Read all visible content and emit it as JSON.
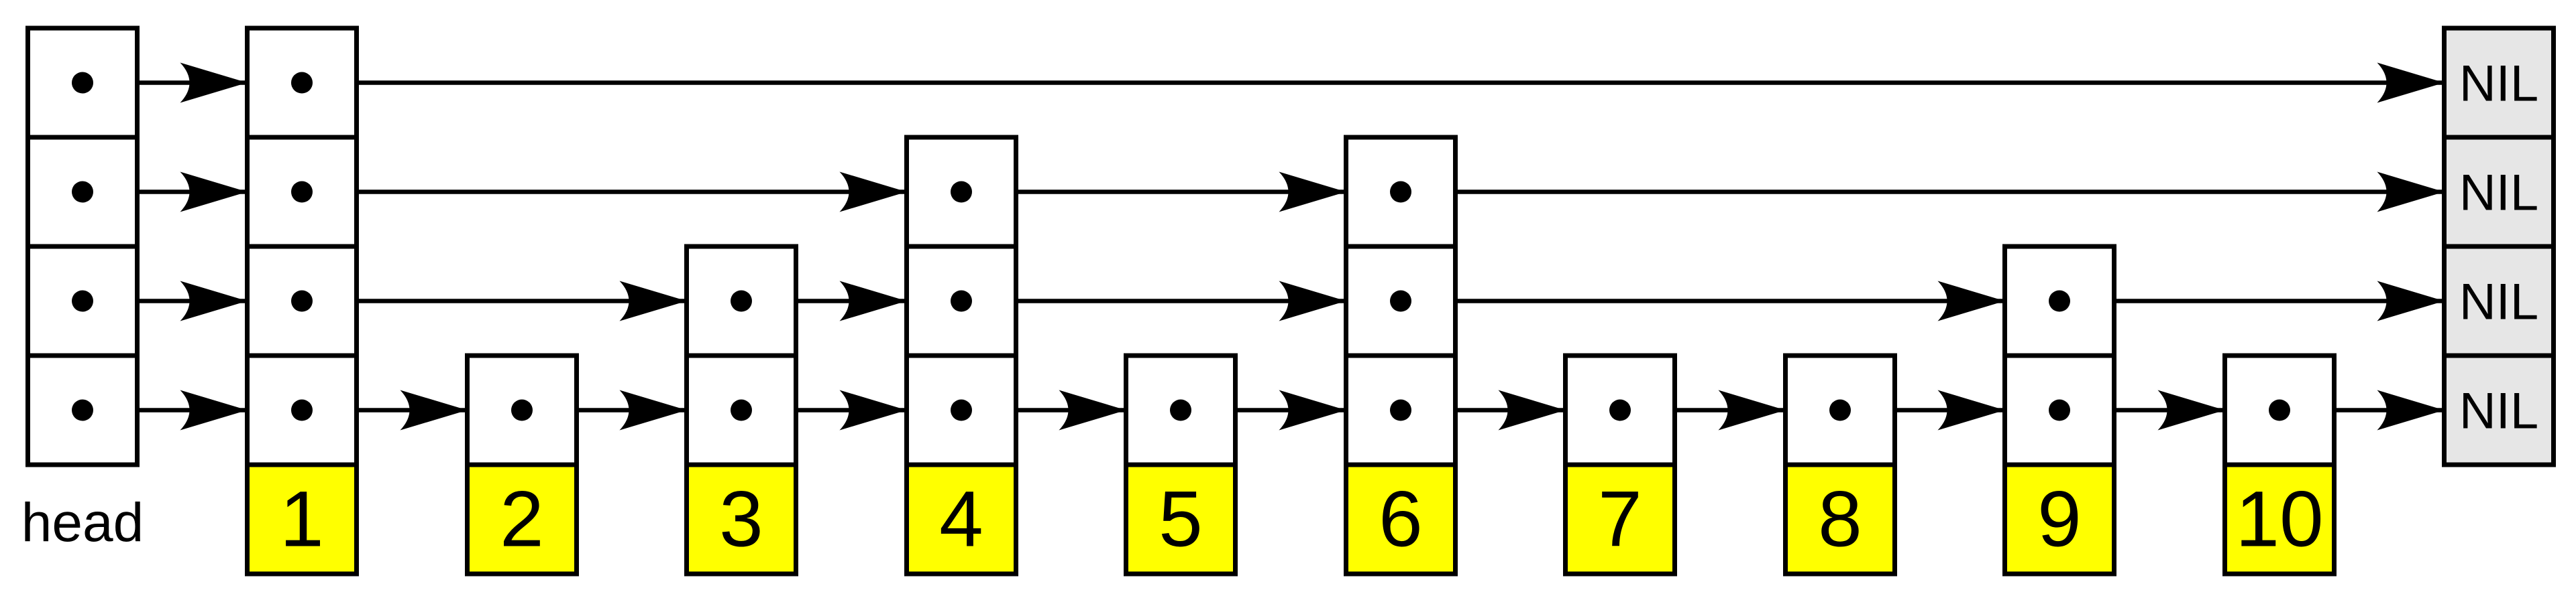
{
  "diagram": {
    "head_label": "head",
    "nil_label": "NIL",
    "levels": 4,
    "colors": {
      "key_fill": "#ffff00",
      "nil_fill": "#e6e6e6",
      "cell_fill": "#ffffff",
      "stroke": "#000000"
    },
    "nodes": [
      {
        "key": "1",
        "height": 4
      },
      {
        "key": "2",
        "height": 1
      },
      {
        "key": "3",
        "height": 2
      },
      {
        "key": "4",
        "height": 3
      },
      {
        "key": "5",
        "height": 1
      },
      {
        "key": "6",
        "height": 3
      },
      {
        "key": "7",
        "height": 1
      },
      {
        "key": "8",
        "height": 1
      },
      {
        "key": "9",
        "height": 2
      },
      {
        "key": "10",
        "height": 1
      }
    ]
  }
}
